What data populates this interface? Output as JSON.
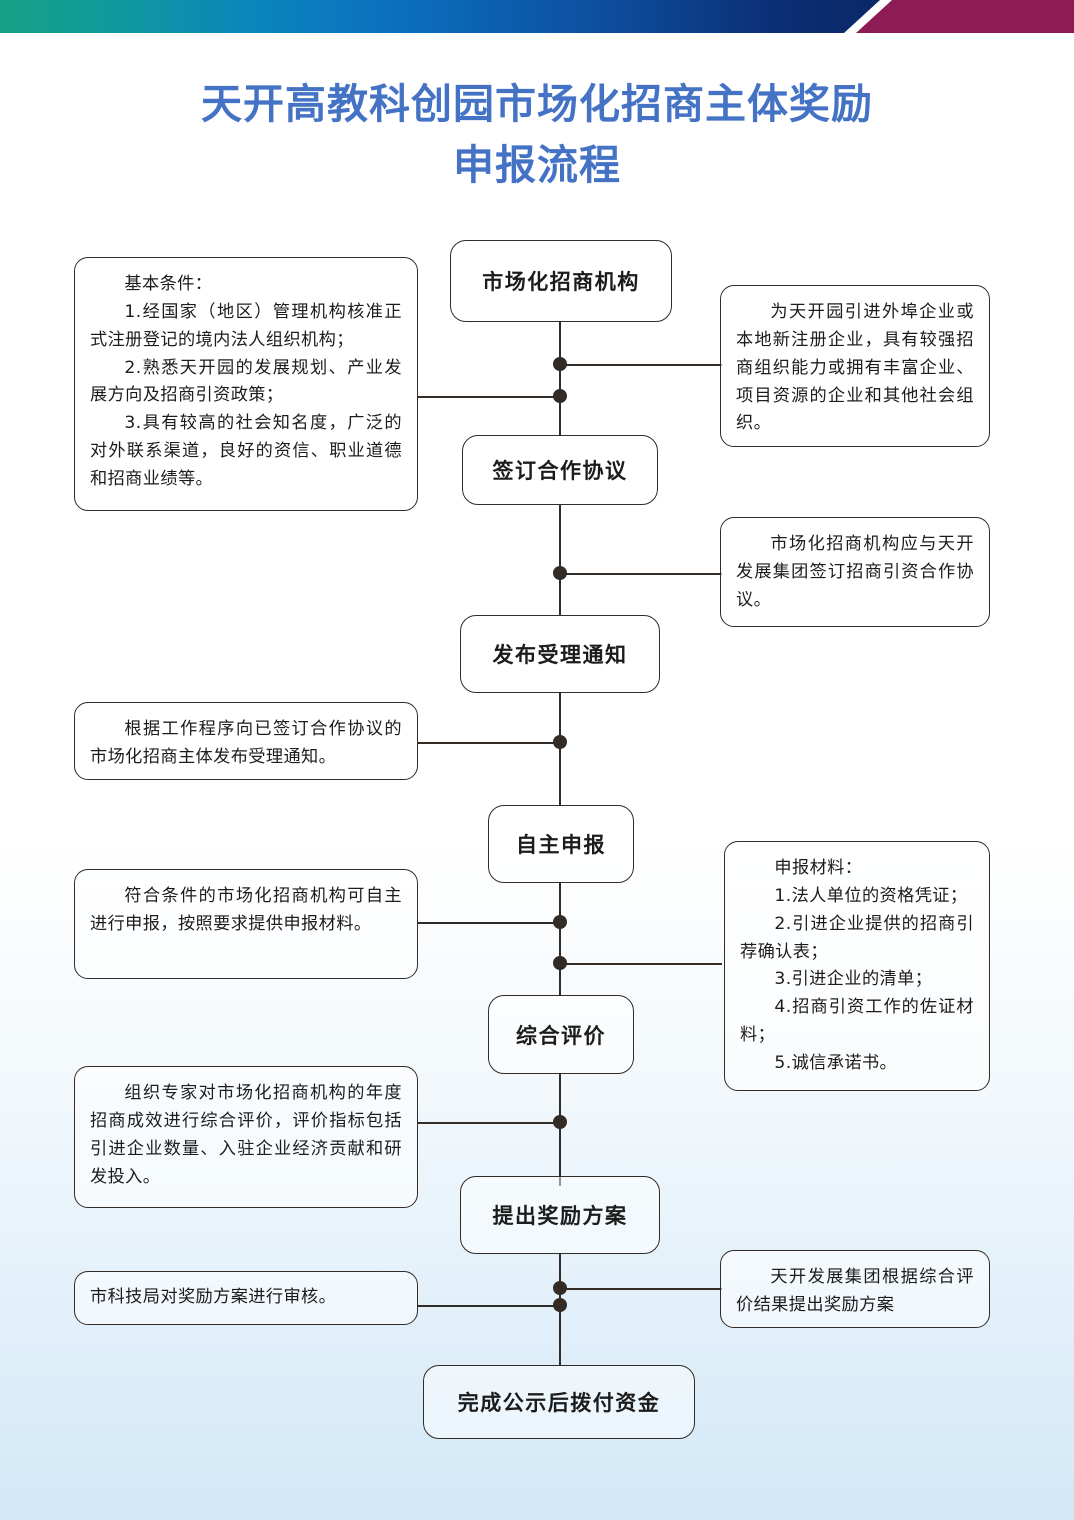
{
  "banner": {
    "gradient_start": "#16a085",
    "gradient_mid": "#0b6fc0",
    "gradient_end": "#0a2866",
    "accent": "#8d1b54"
  },
  "title": {
    "color": "#4472c4",
    "line1": "天开高教科创园市场化招商主体奖励",
    "line2": "申报流程"
  },
  "flow": {
    "nodes": [
      {
        "label": "市场化招商机构"
      },
      {
        "label": "签订合作协议"
      },
      {
        "label": "发布受理通知"
      },
      {
        "label": "自主申报"
      },
      {
        "label": "综合评价"
      },
      {
        "label": "提出奖励方案"
      },
      {
        "label": "完成公示后拨付资金"
      }
    ]
  },
  "left_boxes": [
    {
      "id": "basic-conditions",
      "lines": [
        "基本条件：",
        "1.经国家（地区）管理机构核准正式注册登记的境内法人组织机构；",
        "2.熟悉天开园的发展规划、产业发展方向及招商引资政策；",
        "3.具有较高的社会知名度，广泛的对外联系渠道，良好的资信、职业道德和招商业绩等。"
      ]
    },
    {
      "id": "publish-notice-note",
      "lines": [
        "根据工作程序向已签订合作协议的市场化招商主体发布受理通知。"
      ]
    },
    {
      "id": "self-declaration-note",
      "lines": [
        "符合条件的市场化招商机构可自主进行申报，按照要求提供申报材料。"
      ]
    },
    {
      "id": "comprehensive-evaluation-note",
      "lines": [
        "组织专家对市场化招商机构的年度招商成效进行综合评价，评价指标包括引进企业数量、入驻企业经济贡献和研发投入。"
      ]
    },
    {
      "id": "review-note",
      "lines": [
        "市科技局对奖励方案进行审核。"
      ]
    }
  ],
  "right_boxes": [
    {
      "id": "agency-definition",
      "lines": [
        "为天开园引进外埠企业或本地新注册企业，具有较强招商组织能力或拥有丰富企业、项目资源的企业和其他社会组织。"
      ]
    },
    {
      "id": "cooperation-agreement-note",
      "lines": [
        "市场化招商机构应与天开发展集团签订招商引资合作协议。"
      ]
    },
    {
      "id": "application-materials",
      "lines": [
        "申报材料：",
        "1.法人单位的资格凭证；",
        "2.引进企业提供的招商引荐确认表；",
        "3.引进企业的清单；",
        "4.招商引资工作的佐证材料；",
        "5.诚信承诺书。"
      ]
    },
    {
      "id": "reward-plan-note",
      "lines": [
        "天开发展集团根据综合评价结果提出奖励方案"
      ]
    }
  ]
}
